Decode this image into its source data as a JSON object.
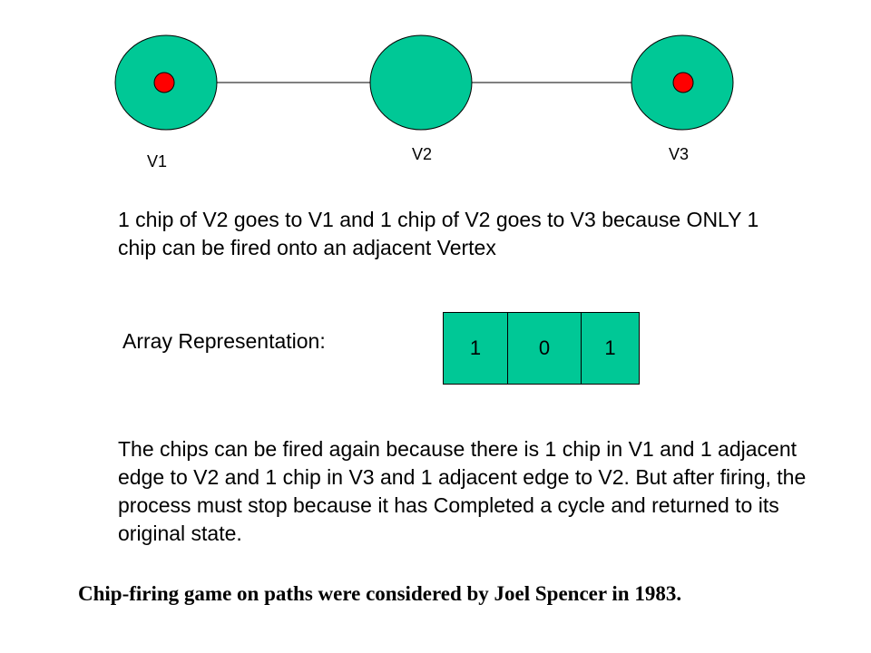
{
  "colors": {
    "vertex_fill": "#00C896",
    "chip": "#FF0000",
    "edge": "#000000"
  },
  "graph": {
    "vertices": [
      {
        "label": "V1",
        "chips": 1
      },
      {
        "label": "V2",
        "chips": 0
      },
      {
        "label": "V3",
        "chips": 1
      }
    ],
    "edges": [
      [
        "V1",
        "V2"
      ],
      [
        "V2",
        "V3"
      ]
    ]
  },
  "text": {
    "explanation": "1 chip of V2 goes to V1 and 1 chip of V2 goes to V3 because ONLY 1 chip can be fired onto an adjacent Vertex",
    "array_label": "Array Representation:",
    "array_values": [
      "1",
      "0",
      "1"
    ],
    "continuation": "The chips can be fired again because there is 1 chip in V1 and 1 adjacent edge to V2 and 1 chip in V3 and 1 adjacent edge to V2. But after firing, the process must stop because it has Completed a cycle and returned to its original state.",
    "footnote": "Chip-firing game on paths were considered by Joel  Spencer in 1983."
  }
}
